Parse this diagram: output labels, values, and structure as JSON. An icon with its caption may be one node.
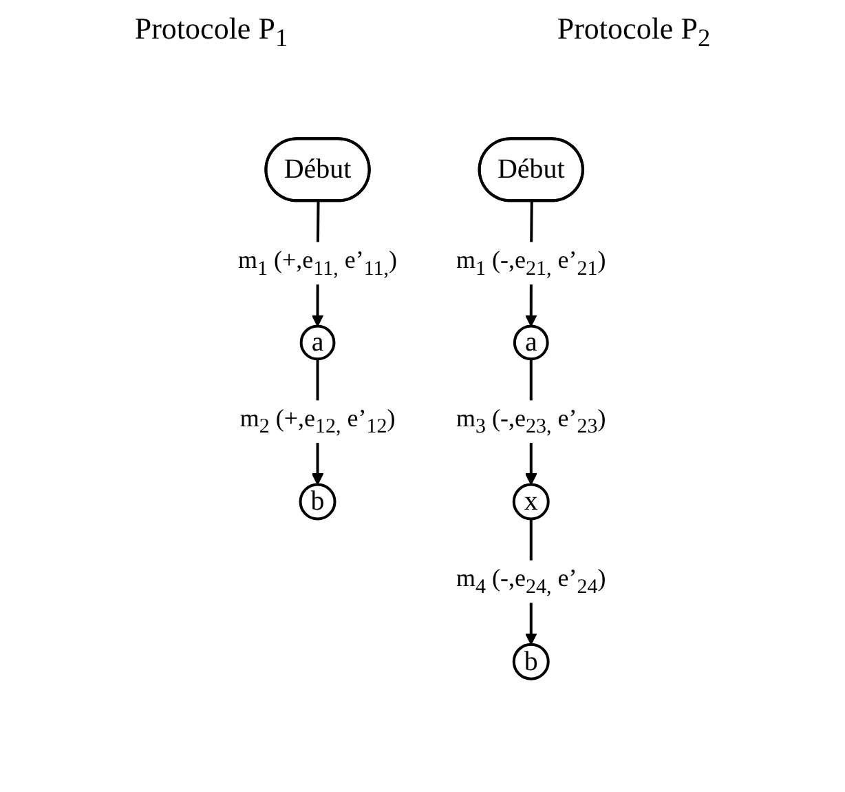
{
  "diagram": {
    "nodes": [
      {
        "text": [
          "Début"
        ]
      },
      {
        "text": [
          "a"
        ]
      },
      {
        "text": [
          "b"
        ]
      },
      {
        "text": [
          "Début"
        ]
      },
      {
        "text": [
          "a"
        ]
      },
      {
        "text": [
          "x"
        ]
      },
      {
        "text": [
          "b"
        ]
      }
    ],
    "edges": [
      {
        "from": 0,
        "to": 1,
        "arrow": "to",
        "label": "m$_{1}$ (+,e$_{11,}$ e’$_{11,}$)"
      },
      {
        "from": 1,
        "to": 2,
        "arrow": "to",
        "label": "m$_{2}$ (+,e$_{12,}$ e’$_{12}$)"
      },
      {
        "from": 3,
        "to": 4,
        "arrow": "to",
        "label": "m$_{1}$ (-,e$_{21,}$ e’$_{21}$)"
      },
      {
        "from": 4,
        "to": 5,
        "arrow": "to",
        "label": "m$_{3}$ (-,e$_{23,}$ e’$_{23}$)"
      },
      {
        "from": 5,
        "to": 6,
        "arrow": "to",
        "label": "m$_{4}$ (-,e$_{24,}$ e’$_{24}$)"
      }
    ],
    "labels": [
      "Protocole P$_{1}$",
      "Protocole P$_{2}$"
    ]
  }
}
